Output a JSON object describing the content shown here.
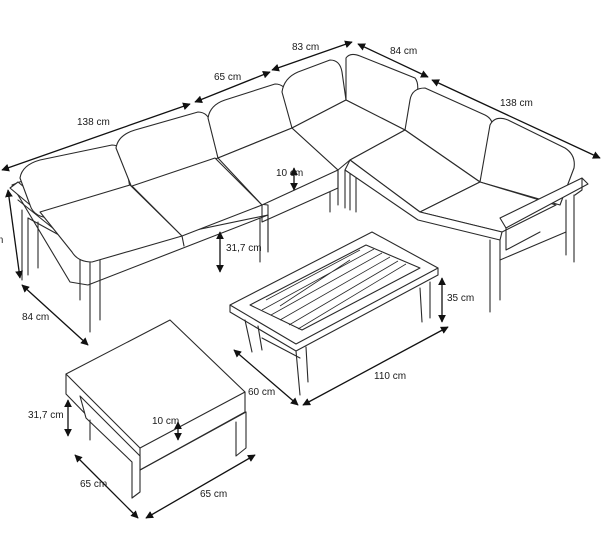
{
  "dimensions": {
    "sofa_left_width": "138 cm",
    "sofa_center_width": "65 cm",
    "sofa_corner_width": "83 cm",
    "sofa_corner_depth": "84 cm",
    "sofa_right_width": "138 cm",
    "sofa_left_depth": "84 cm",
    "sofa_left_height": "cm",
    "seat_height": "31,7 cm",
    "cushion_thickness": "10 cm",
    "table_height": "35 cm",
    "table_depth": "60 cm",
    "table_length": "110 cm",
    "ottoman_height": "31,7 cm",
    "ottoman_cushion": "10 cm",
    "ottoman_depth": "65 cm",
    "ottoman_width": "65 cm"
  },
  "colors": {
    "line": "#2a2a2a",
    "dimension": "#111111",
    "background": "#ffffff"
  }
}
